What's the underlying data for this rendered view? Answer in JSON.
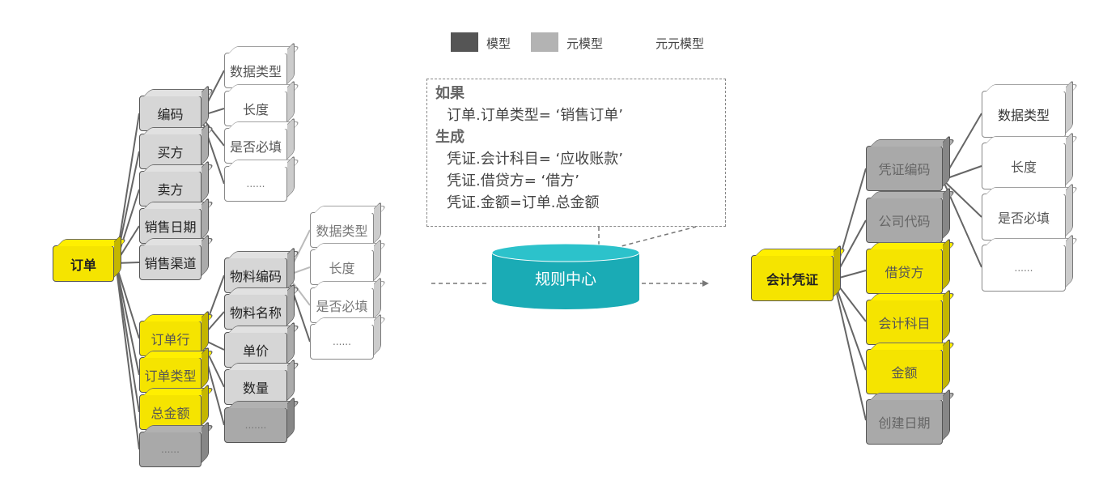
{
  "legend": [
    {
      "label": "模型",
      "color": "#555555"
    },
    {
      "label": "元模型",
      "color": "#b3b3b3"
    },
    {
      "label": "元元模型",
      "color": "#ffffff"
    }
  ],
  "rule": {
    "if_label": "如果",
    "condition": "订单.订单类型= ‘销售订单’",
    "then_label": "生成",
    "actions": [
      "凭证.会计科目= ‘应收账款’",
      "凭证.借贷方= ‘借方’",
      "凭证.金额=订单.总金额"
    ]
  },
  "rule_center": {
    "label": "规则中心",
    "color": "#1aabb5"
  },
  "order": {
    "root": "订单",
    "fields": [
      "编码",
      "买方",
      "卖方",
      "销售日期",
      "销售渠道",
      "订单行",
      "订单类型",
      "总金额",
      "......"
    ],
    "code_attrs": [
      "数据类型",
      "长度",
      "是否必填",
      "......"
    ],
    "line_fields": [
      "物料编码",
      "物料名称",
      "单价",
      "数量",
      "......."
    ],
    "material_attrs": [
      "数据类型",
      "长度",
      "是否必填",
      "......"
    ]
  },
  "voucher": {
    "root": "会计凭证",
    "fields": [
      "凭证编码",
      "公司代码",
      "借贷方",
      "会计科目",
      "金额",
      "创建日期"
    ],
    "code_attrs": [
      "数据类型",
      "长度",
      "是否必填",
      "......"
    ]
  }
}
